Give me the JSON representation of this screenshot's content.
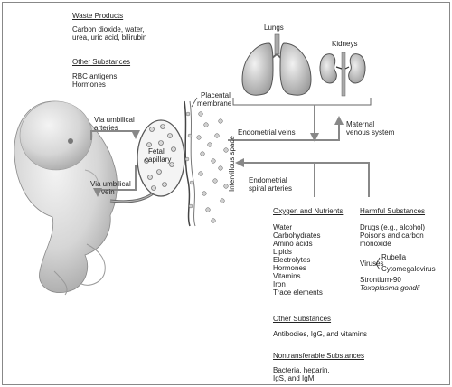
{
  "waste": {
    "heading": "Waste Products",
    "line1": "Carbon dioxide, water,",
    "line2": "urea, uric acid, bilirubin"
  },
  "other_top": {
    "heading": "Other Substances",
    "line1": "RBC antigens",
    "line2": "Hormones"
  },
  "organs": {
    "lungs": "Lungs",
    "kidneys": "Kidneys"
  },
  "labels": {
    "placental1": "Placental",
    "placental2": "membrane",
    "via_art1": "Via umbilical",
    "via_art2": "arteries",
    "via_vein1": "Via umbilical",
    "via_vein2": "vein",
    "fetal1": "Fetal",
    "fetal2": "capillary",
    "intervillous": "Intervillous space",
    "endo_veins": "Endometrial veins",
    "maternal1": "Maternal",
    "maternal2": "venous system",
    "spiral1": "Endometrial",
    "spiral2": "spiral arteries"
  },
  "oxygen": {
    "heading": "Oxygen and Nutrients",
    "items": [
      "Water",
      "Carbohydrates",
      "Amino acids",
      "Lipids",
      "Electrolytes",
      "Hormones",
      "Vitamins",
      "Iron",
      "Trace elements"
    ]
  },
  "harmful": {
    "heading": "Harmful Substances",
    "drugs1": "Drugs (e.g., alcohol)",
    "drugs2": "Poisons and carbon",
    "drugs3": "monoxide",
    "viruses": "Viruses",
    "rubella": "Rubella",
    "cmv": "Cytomegalovirus",
    "strontium": "Strontium-90",
    "toxo": "Toxoplasma gondii"
  },
  "other_bottom": {
    "heading": "Other Substances",
    "text": "Antibodies, IgG, and vitamins"
  },
  "nontransferable": {
    "heading": "Nontransferable Substances",
    "line1": "Bacteria, heparin,",
    "line2": "IgS, and IgM"
  }
}
